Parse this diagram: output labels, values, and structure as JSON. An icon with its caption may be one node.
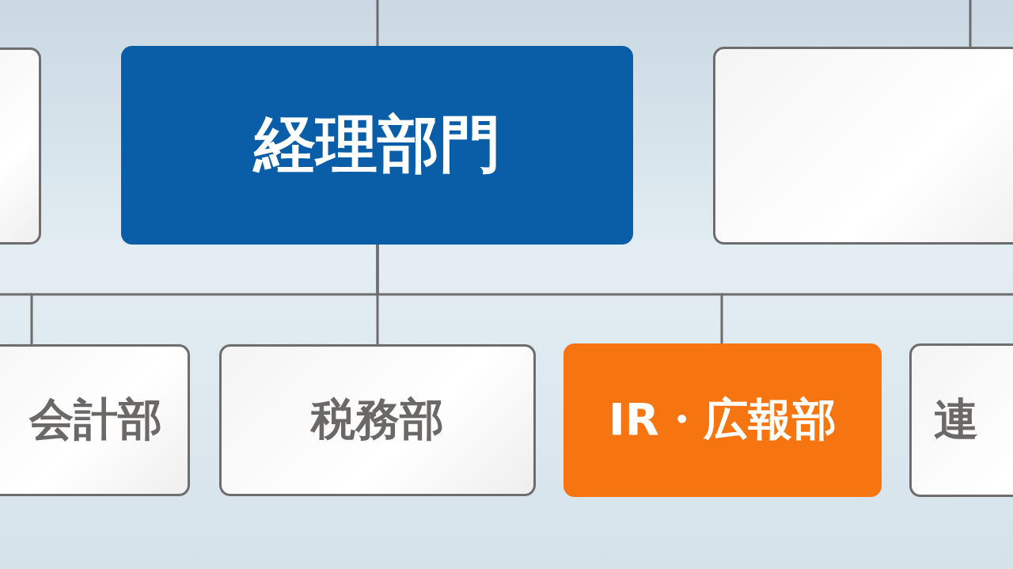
{
  "diagram": {
    "nodes": [
      {
        "text": [],
        "shape": "box"
      },
      {
        "text": [
          "経理部門"
        ]
      },
      {
        "text": [],
        "shape": "box"
      },
      {
        "text": [
          "会計部"
        ]
      },
      {
        "text": [
          "税務部"
        ]
      },
      {
        "text": [
          "IR・広報部"
        ]
      },
      {
        "text": [
          "連"
        ]
      }
    ],
    "edges": [
      {
        "from": null,
        "to": 1,
        "arrow": "none"
      },
      {
        "from": null,
        "to": 2,
        "arrow": "none"
      },
      {
        "from": 1,
        "to": 3,
        "arrow": "none"
      },
      {
        "from": 1,
        "to": 4,
        "arrow": "none"
      },
      {
        "from": 1,
        "to": 5,
        "arrow": "none"
      }
    ]
  }
}
